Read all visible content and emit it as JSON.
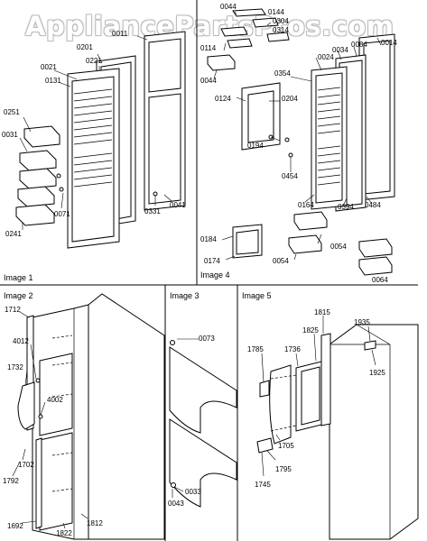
{
  "watermark": "AppliancePartsPros.com",
  "captions": {
    "image1": "Image 1",
    "image2": "Image 2",
    "image3": "Image 3",
    "image4": "Image 4",
    "image5": "Image 5"
  },
  "labels": {
    "p0011": "0011",
    "p0201": "0201",
    "p0221": "0221",
    "p0021": "0021",
    "p0131": "0131",
    "p0251": "0251",
    "p0031": "0031",
    "p0071": "0071",
    "p0241": "0241",
    "p0331": "0331",
    "p0041": "0041",
    "p0044a": "0044",
    "p0144": "0144",
    "p0304": "0304",
    "p0314": "0314",
    "p0114": "0114",
    "p0044": "0044",
    "p0034": "0034",
    "p0024": "0024",
    "p0084": "0084",
    "p0014": "0014",
    "p0354": "0354",
    "p0124": "0124",
    "p0204": "0204",
    "p0194": "0194",
    "p0454": "0454",
    "p0164": "0164",
    "p0394": "0394",
    "p0484": "0484",
    "p0184": "0184",
    "p0174": "0174",
    "p0054a": "0054",
    "p0054b": "0054",
    "p0064": "0064",
    "p1712": "1712",
    "p4012": "4012",
    "p1732": "1732",
    "p4002": "4002",
    "p1702": "1702",
    "p1792": "1792",
    "p1692": "1692",
    "p1822": "1822",
    "p1812": "1812",
    "p0073": "0073",
    "p0033": "0033",
    "p0043": "0043",
    "p1815": "1815",
    "p1935": "1935",
    "p1825": "1825",
    "p1785": "1785",
    "p1736": "1736",
    "p1925": "1925",
    "p1705": "1705",
    "p1795": "1795",
    "p1745": "1745"
  }
}
